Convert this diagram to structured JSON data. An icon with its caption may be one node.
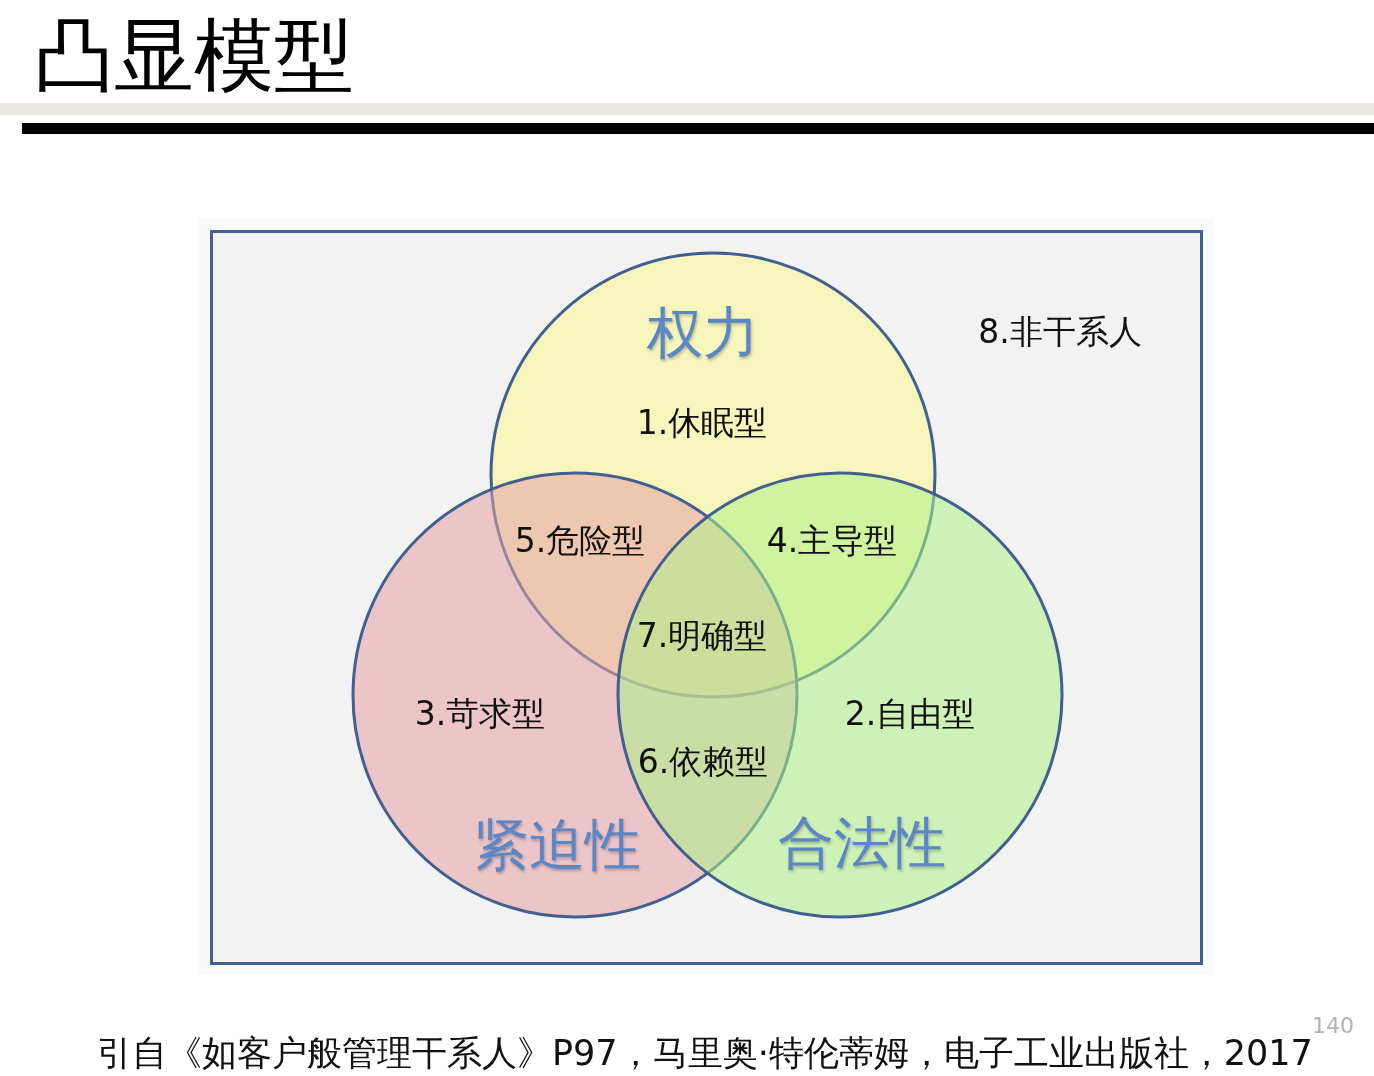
{
  "diagram": {
    "title": "凸显模型",
    "caption": "引自《如客户般管理干系人》P97，马里奥·特伦蒂姆，电子工业出版社，2017",
    "nodes": [
      {
        "text": [
          "8.非干系人"
        ]
      },
      {
        "text": [
          "权力",
          "1.休眠型"
        ],
        "in": 0
      },
      {
        "text": [
          "3.苛求型",
          "紧迫性"
        ],
        "in": 0
      },
      {
        "text": [
          "2.自由型",
          "合法性"
        ],
        "in": 0
      }
    ],
    "labels": [
      "5.危险型",
      "4.主导型",
      "7.明确型",
      "6.依赖型",
      "140"
    ]
  }
}
